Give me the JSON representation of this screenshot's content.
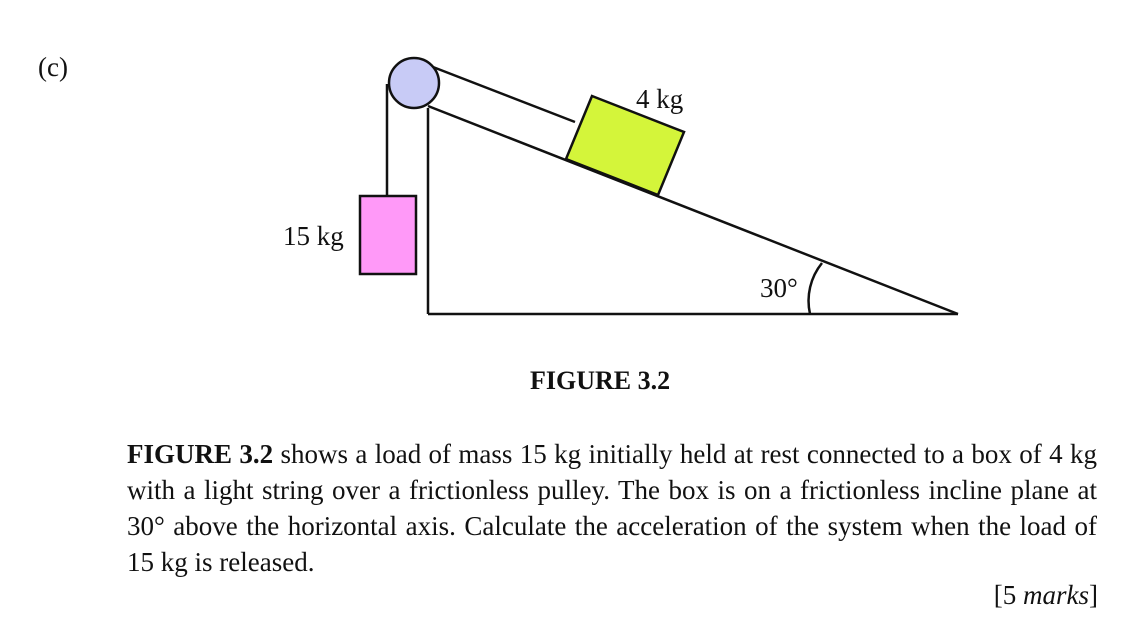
{
  "part_label": "(c)",
  "figure": {
    "hanging_mass_label": "15 kg",
    "box_mass_label": "4 kg",
    "angle_label": "30°",
    "colors": {
      "pulley": "#c8cbf6",
      "box": "#d4f53a",
      "load": "#ff99f8",
      "line": "#111111"
    }
  },
  "caption": "FIGURE 3.2",
  "question": {
    "ref": "FIGURE 3.2",
    "text": " shows a load of mass 15 kg initially held at rest connected to a box of 4 kg with a light string over a frictionless pulley. The box is on a frictionless incline plane at 30° above the horizontal axis. Calculate the acceleration of the system when the load of 15 kg is released."
  },
  "marks": {
    "open": "[5 ",
    "word": "marks",
    "close": "]"
  }
}
